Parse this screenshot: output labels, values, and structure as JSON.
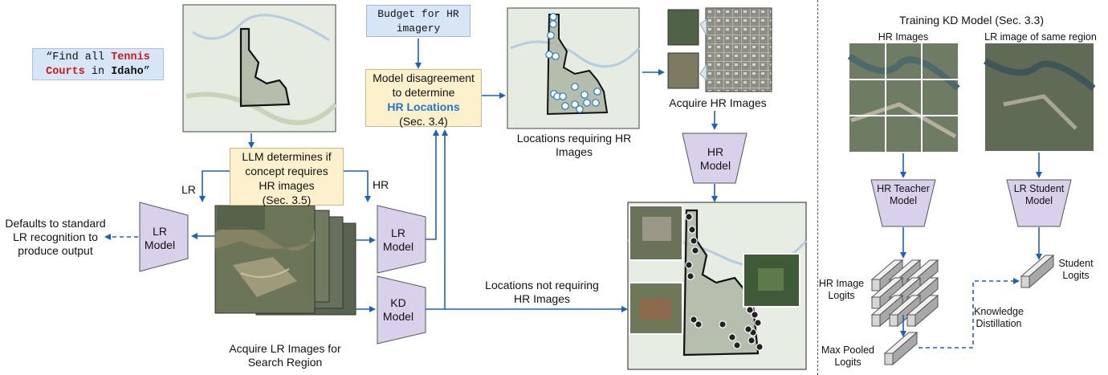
{
  "query": {
    "prefix": "“Find all ",
    "tennis": "Tennis",
    "courts": "Courts",
    "in": " in ",
    "idaho": "Idaho",
    "suffix": "”"
  },
  "llm_box": {
    "line1": "LLM determines if",
    "line2": "concept requires",
    "line3": "HR images",
    "line4": "(Sec. 3.5)"
  },
  "branch": {
    "lr": "LR",
    "hr": "HR"
  },
  "defaults": {
    "line1": "Defaults to standard",
    "line2": "LR recognition to",
    "line3": "produce output"
  },
  "models": {
    "lr_left": [
      "LR",
      "Model"
    ],
    "lr_mid": [
      "LR",
      "Model"
    ],
    "kd": [
      "KD",
      "Model"
    ],
    "hr": [
      "HR",
      "Model"
    ],
    "hr_teacher": [
      "HR Teacher",
      "Model"
    ],
    "lr_student": [
      "LR Student",
      "Model"
    ]
  },
  "acquire_lr": {
    "line1": "Acquire LR Images for",
    "line2": "Search Region"
  },
  "budget": {
    "line1": "Budget for HR",
    "line2": "imagery"
  },
  "disagreement": {
    "line1": "Model disagreement",
    "line2": "to determine",
    "line3": "HR Locations",
    "line4": "(Sec. 3.4)"
  },
  "locations_hr": {
    "line1": "Locations requiring HR",
    "line2": "Images"
  },
  "acquire_hr": "Acquire HR Images",
  "locations_not_hr": {
    "line1": "Locations not requiring",
    "line2": "HR Images"
  },
  "training": {
    "title": "Training KD Model (Sec. 3.3)",
    "hr_images": "HR Images",
    "lr_image": "LR image of same region",
    "hr_logits": {
      "line1": "HR Image",
      "line2": "Logits"
    },
    "student_logits": {
      "line1": "Student",
      "line2": "Logits"
    },
    "knowledge": {
      "line1": "Knowledge",
      "line2": "Distillation"
    },
    "max_pooled": {
      "line1": "Max Pooled",
      "line2": "Logits"
    }
  },
  "colors": {
    "arrow": "#1f5fbf",
    "model_fill": "#d9d1ec",
    "yellow": "#fdf0cc",
    "blue_box": "#d6e6f6",
    "accent_blue": "#1f78c8",
    "query_red": "#cc1b1b"
  },
  "icons": {
    "marker": "tennis-court-marker-icon"
  }
}
